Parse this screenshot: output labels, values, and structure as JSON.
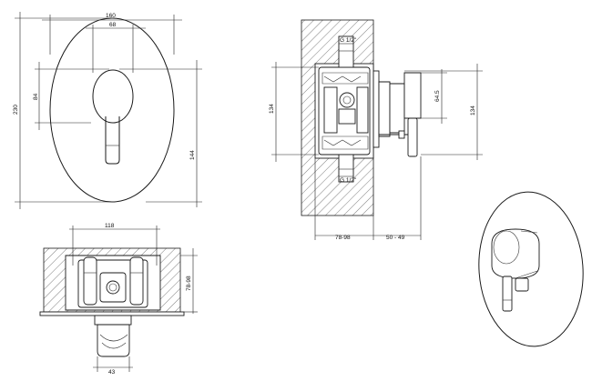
{
  "drawing": {
    "front_view": {
      "dim_width": "160",
      "dim_lever_width": "68",
      "dim_lever_height": "84",
      "dim_height": "230",
      "dim_lever_to_bottom": "144"
    },
    "bottom_view": {
      "dim_body_width": "118",
      "dim_depth": "78-98",
      "dim_outlet": "43"
    },
    "side_view": {
      "dim_total_height": "134",
      "dim_plate_height": "134",
      "dim_lever_diameter": "64.5",
      "dim_wall_depth": "78-98",
      "dim_projection": "50 - 49",
      "thread_top": "G 1/2\"",
      "thread_bottom": "G 1/2\""
    }
  }
}
